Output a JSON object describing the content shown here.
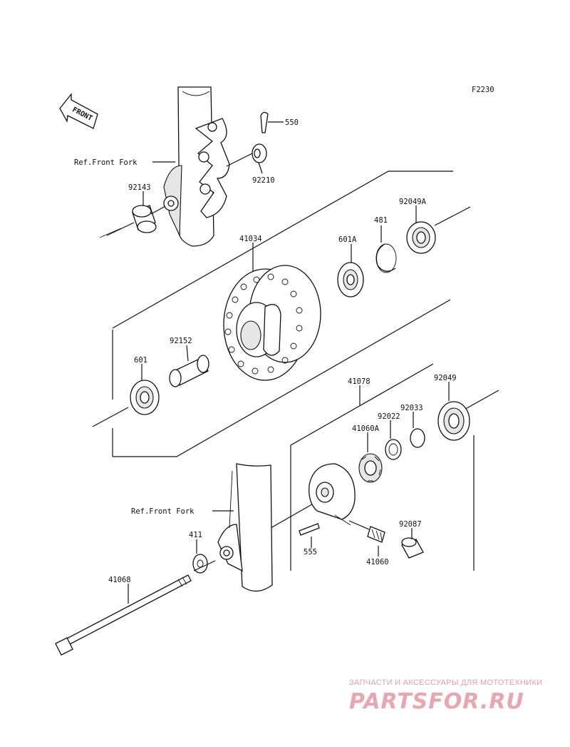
{
  "figure_code": "F2230",
  "front_badge": "FRONT",
  "ref_labels": {
    "upper": "Ref.Front Fork",
    "lower": "Ref.Front Fork"
  },
  "parts": {
    "p550": "550",
    "p92210": "92210",
    "p92143": "92143",
    "p41034": "41034",
    "p481": "481",
    "p92049A": "92049A",
    "p601A": "601A",
    "p92152": "92152",
    "p601": "601",
    "p41078": "41078",
    "p92049": "92049",
    "p92033": "92033",
    "p92022": "92022",
    "p41060A": "41060A",
    "p92087": "92087",
    "p411": "411",
    "p555": "555",
    "p41060": "41060",
    "p41068": "41068"
  },
  "watermark": {
    "subtitle": "ЗАПЧАСТИ И АКСЕССУАРЫ ДЛЯ МОТОТЕХНИКИ",
    "brand": "PARTSFOR.RU",
    "color": "#e8a6ae"
  }
}
